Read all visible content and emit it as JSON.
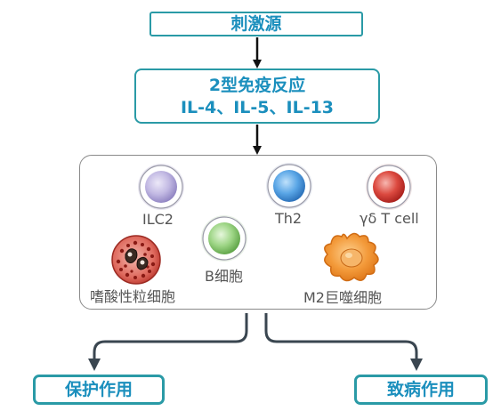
{
  "stimulus": {
    "label": "刺激源"
  },
  "immune_response": {
    "title": "2型免疫反应",
    "cytokines": "IL-4、IL-5、IL-13"
  },
  "cells": {
    "ilc2": "ILC2",
    "th2": "Th2",
    "gdt": "γδ T cell",
    "bcell": "B细胞",
    "eosinophil": "嗜酸性粒细胞",
    "m2": "M2巨噬细胞"
  },
  "outcomes": {
    "protective": "保护作用",
    "pathogenic": "致病作用"
  },
  "colors": {
    "box_border": "#2a9aa6",
    "title_text": "#1b8fbd",
    "ilc2": "#b9b0dc",
    "th2": "#4f98dc",
    "gdt": "#d83a34",
    "bcell": "#8fcf7a",
    "eosinophil": "#d6584f",
    "m2": "#ef8a2a"
  }
}
